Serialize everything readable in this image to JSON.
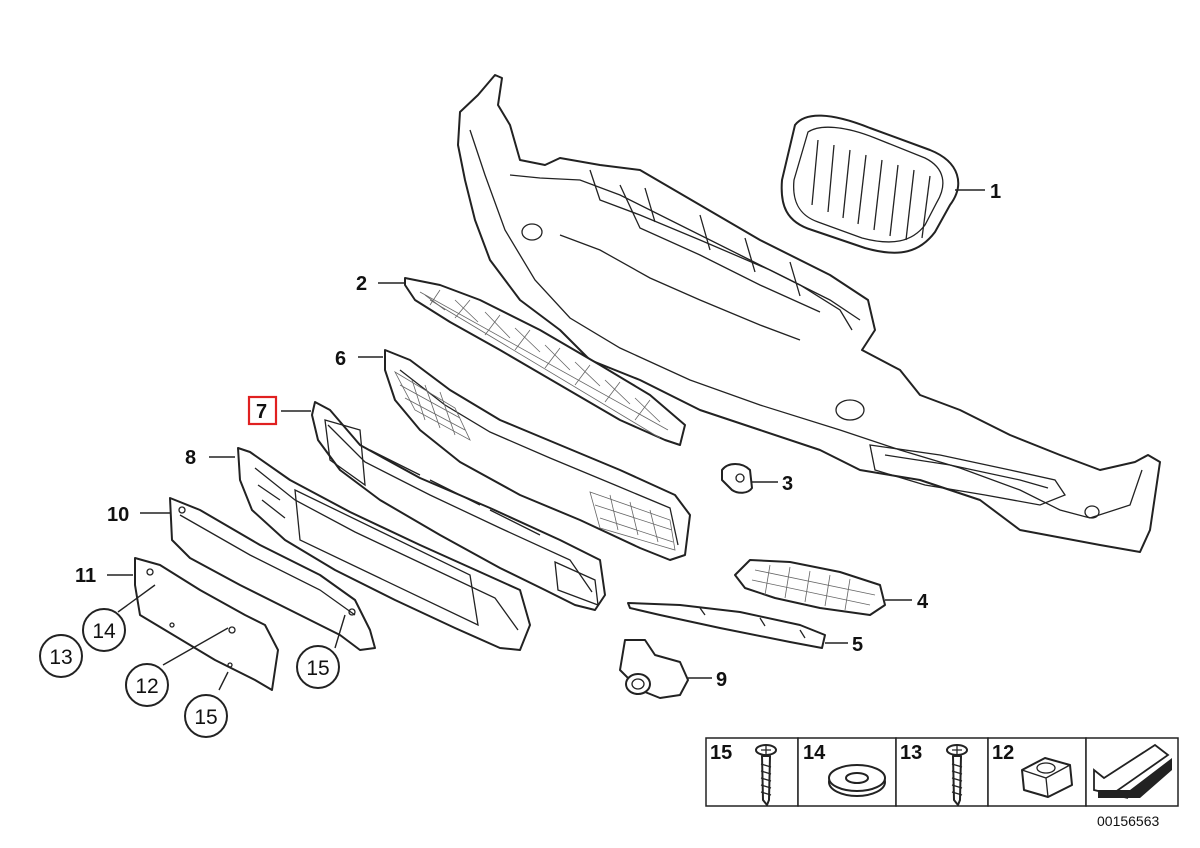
{
  "diagram": {
    "callouts": {
      "c1": "1",
      "c2": "2",
      "c3": "3",
      "c4": "4",
      "c5": "5",
      "c6": "6",
      "c7": "7",
      "c8": "8",
      "c9": "9",
      "c10": "10",
      "c11": "11"
    },
    "circled": {
      "c13": "13",
      "c14": "14",
      "c12": "12",
      "c15a": "15",
      "c15b": "15"
    },
    "highlighted_part": "7",
    "highlight_color": "#e02020",
    "legend": [
      "15",
      "14",
      "13",
      "12"
    ],
    "diagram_id": "00156563"
  }
}
